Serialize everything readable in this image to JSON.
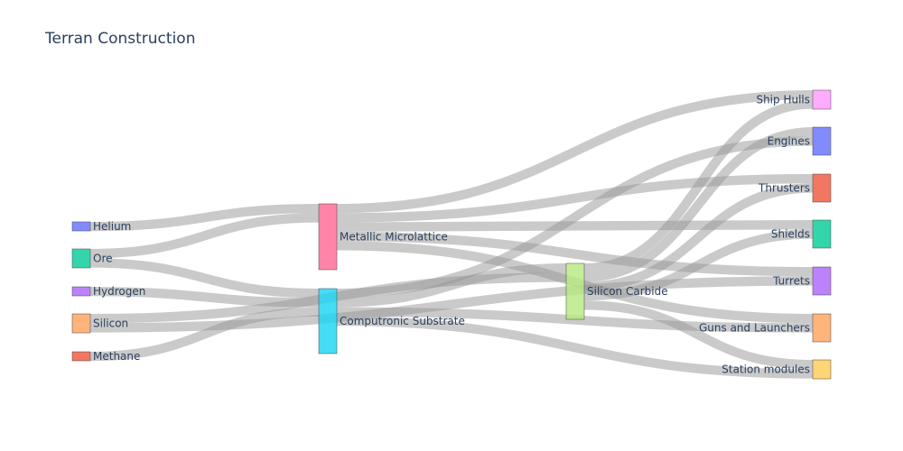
{
  "title": "Terran Construction",
  "chart_data": {
    "type": "sankey",
    "nodes": [
      {
        "id": "helium",
        "label": "Helium",
        "color": "#636efa"
      },
      {
        "id": "ore",
        "label": "Ore",
        "color": "#00cc96"
      },
      {
        "id": "hydrogen",
        "label": "Hydrogen",
        "color": "#ab63fa"
      },
      {
        "id": "silicon",
        "label": "Silicon",
        "color": "#ffa15a"
      },
      {
        "id": "methane",
        "label": "Methane",
        "color": "#ef553b"
      },
      {
        "id": "microlattice",
        "label": "Metallic Microlattice",
        "color": "#ff6692"
      },
      {
        "id": "substrate",
        "label": "Computronic Substrate",
        "color": "#19d3f3"
      },
      {
        "id": "carbide",
        "label": "Silicon Carbide",
        "color": "#b6e880"
      },
      {
        "id": "hulls",
        "label": "Ship Hulls",
        "color": "#ff97ff"
      },
      {
        "id": "engines",
        "label": "Engines",
        "color": "#636efa"
      },
      {
        "id": "thrusters",
        "label": "Thrusters",
        "color": "#ef553b"
      },
      {
        "id": "shields",
        "label": "Shields",
        "color": "#00cc96"
      },
      {
        "id": "turrets",
        "label": "Turrets",
        "color": "#ab63fa"
      },
      {
        "id": "guns",
        "label": "Guns and Launchers",
        "color": "#ffa15a"
      },
      {
        "id": "station",
        "label": "Station modules",
        "color": "#fecb52"
      }
    ],
    "links": [
      {
        "source": "helium",
        "target": "microlattice",
        "value": 1
      },
      {
        "source": "ore",
        "target": "microlattice",
        "value": 1
      },
      {
        "source": "ore",
        "target": "substrate",
        "value": 1
      },
      {
        "source": "hydrogen",
        "target": "substrate",
        "value": 1
      },
      {
        "source": "silicon",
        "target": "carbide",
        "value": 1
      },
      {
        "source": "silicon",
        "target": "turrets",
        "value": 1
      },
      {
        "source": "methane",
        "target": "substrate",
        "value": 1
      },
      {
        "source": "microlattice",
        "target": "hulls",
        "value": 1
      },
      {
        "source": "microlattice",
        "target": "thrusters",
        "value": 1
      },
      {
        "source": "microlattice",
        "target": "shields",
        "value": 1
      },
      {
        "source": "microlattice",
        "target": "turrets",
        "value": 1
      },
      {
        "source": "microlattice",
        "target": "guns",
        "value": 1
      },
      {
        "source": "substrate",
        "target": "engines",
        "value": 1
      },
      {
        "source": "substrate",
        "target": "carbide",
        "value": 1
      },
      {
        "source": "substrate",
        "target": "guns",
        "value": 1
      },
      {
        "source": "substrate",
        "target": "station",
        "value": 1
      },
      {
        "source": "carbide",
        "target": "hulls",
        "value": 1
      },
      {
        "source": "carbide",
        "target": "engines",
        "value": 1
      },
      {
        "source": "carbide",
        "target": "thrusters",
        "value": 1
      },
      {
        "source": "carbide",
        "target": "shields",
        "value": 1
      },
      {
        "source": "carbide",
        "target": "station",
        "value": 1
      }
    ]
  }
}
